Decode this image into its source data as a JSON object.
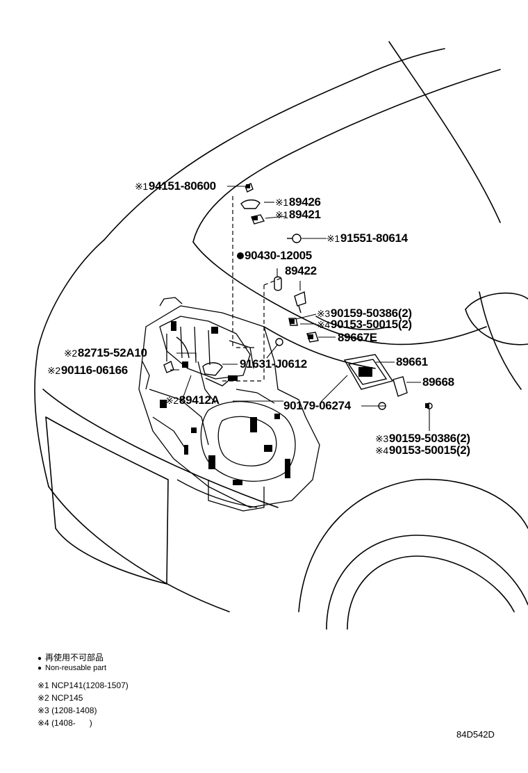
{
  "parts": {
    "p94151": {
      "mark": "※1",
      "num": "94151-80600"
    },
    "p89426": {
      "mark": "※1",
      "num": "89426"
    },
    "p89421": {
      "mark": "※1",
      "num": "89421"
    },
    "p91551": {
      "mark": "※1",
      "num": "91551-80614"
    },
    "p90430": {
      "mark": "●",
      "num": "90430-12005"
    },
    "p89422": {
      "mark": "",
      "num": "89422"
    },
    "p90159a": {
      "mark": "※3",
      "num": "90159-50386(2)"
    },
    "p90153a": {
      "mark": "※4",
      "num": "90153-50015(2)"
    },
    "p89667E": {
      "mark": "",
      "num": "89667E"
    },
    "p82715": {
      "mark": "※2",
      "num": "82715-52A10"
    },
    "p90116": {
      "mark": "※2",
      "num": "90116-06166"
    },
    "p91631": {
      "mark": "",
      "num": "91631-J0612"
    },
    "p89661": {
      "mark": "",
      "num": "89661"
    },
    "p89412A": {
      "mark": "※2",
      "num": "89412A"
    },
    "p89668": {
      "mark": "",
      "num": "89668"
    },
    "p90179": {
      "mark": "",
      "num": "90179-06274"
    },
    "p90159b": {
      "mark": "※3",
      "num": "90159-50386(2)"
    },
    "p90153b": {
      "mark": "※4",
      "num": "90153-50015(2)"
    }
  },
  "legend": {
    "nonreusable_jp": "再使用不可部品",
    "nonreusable_en": "Non-reusable part",
    "bullet": "●",
    "notes": [
      "※1 NCP141(1208-1507)",
      "※2 NCP145",
      "※3 (1208-1408)",
      "※4 (1408-      )"
    ]
  },
  "diagram_code": "84D542D"
}
